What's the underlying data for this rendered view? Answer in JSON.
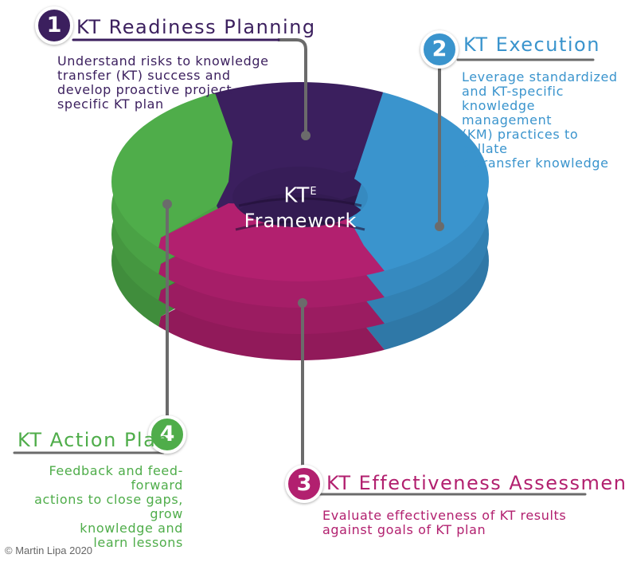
{
  "center": {
    "title": "KT",
    "superscript": "E",
    "subtitle": "Framework"
  },
  "phases": [
    {
      "number": "1",
      "title": "KT Readiness Planning",
      "description": "Understand risks to knowledge\ntransfer (KT) success and\ndevelop proactive project\nspecific KT plan",
      "color": "#3b1f5e"
    },
    {
      "number": "2",
      "title": "KT Execution",
      "description": "Leverage standardized\nand KT-specific\nknowledge management\n(KM) practices to collate\n& transfer knowledge",
      "color": "#3a94cd"
    },
    {
      "number": "3",
      "title": "KT Effectiveness Assessment",
      "description": "Evaluate effectiveness of KT results\nagainst goals of KT plan",
      "color": "#b2206f"
    },
    {
      "number": "4",
      "title": "KT Action Plan",
      "description": "Feedback and feed-forward\nactions to close gaps, grow\nknowledge and\nlearn lessons",
      "color": "#4fad4a"
    }
  ],
  "connector_color": "#6b6b6b",
  "copyright": "© Martin Lipa 2020"
}
